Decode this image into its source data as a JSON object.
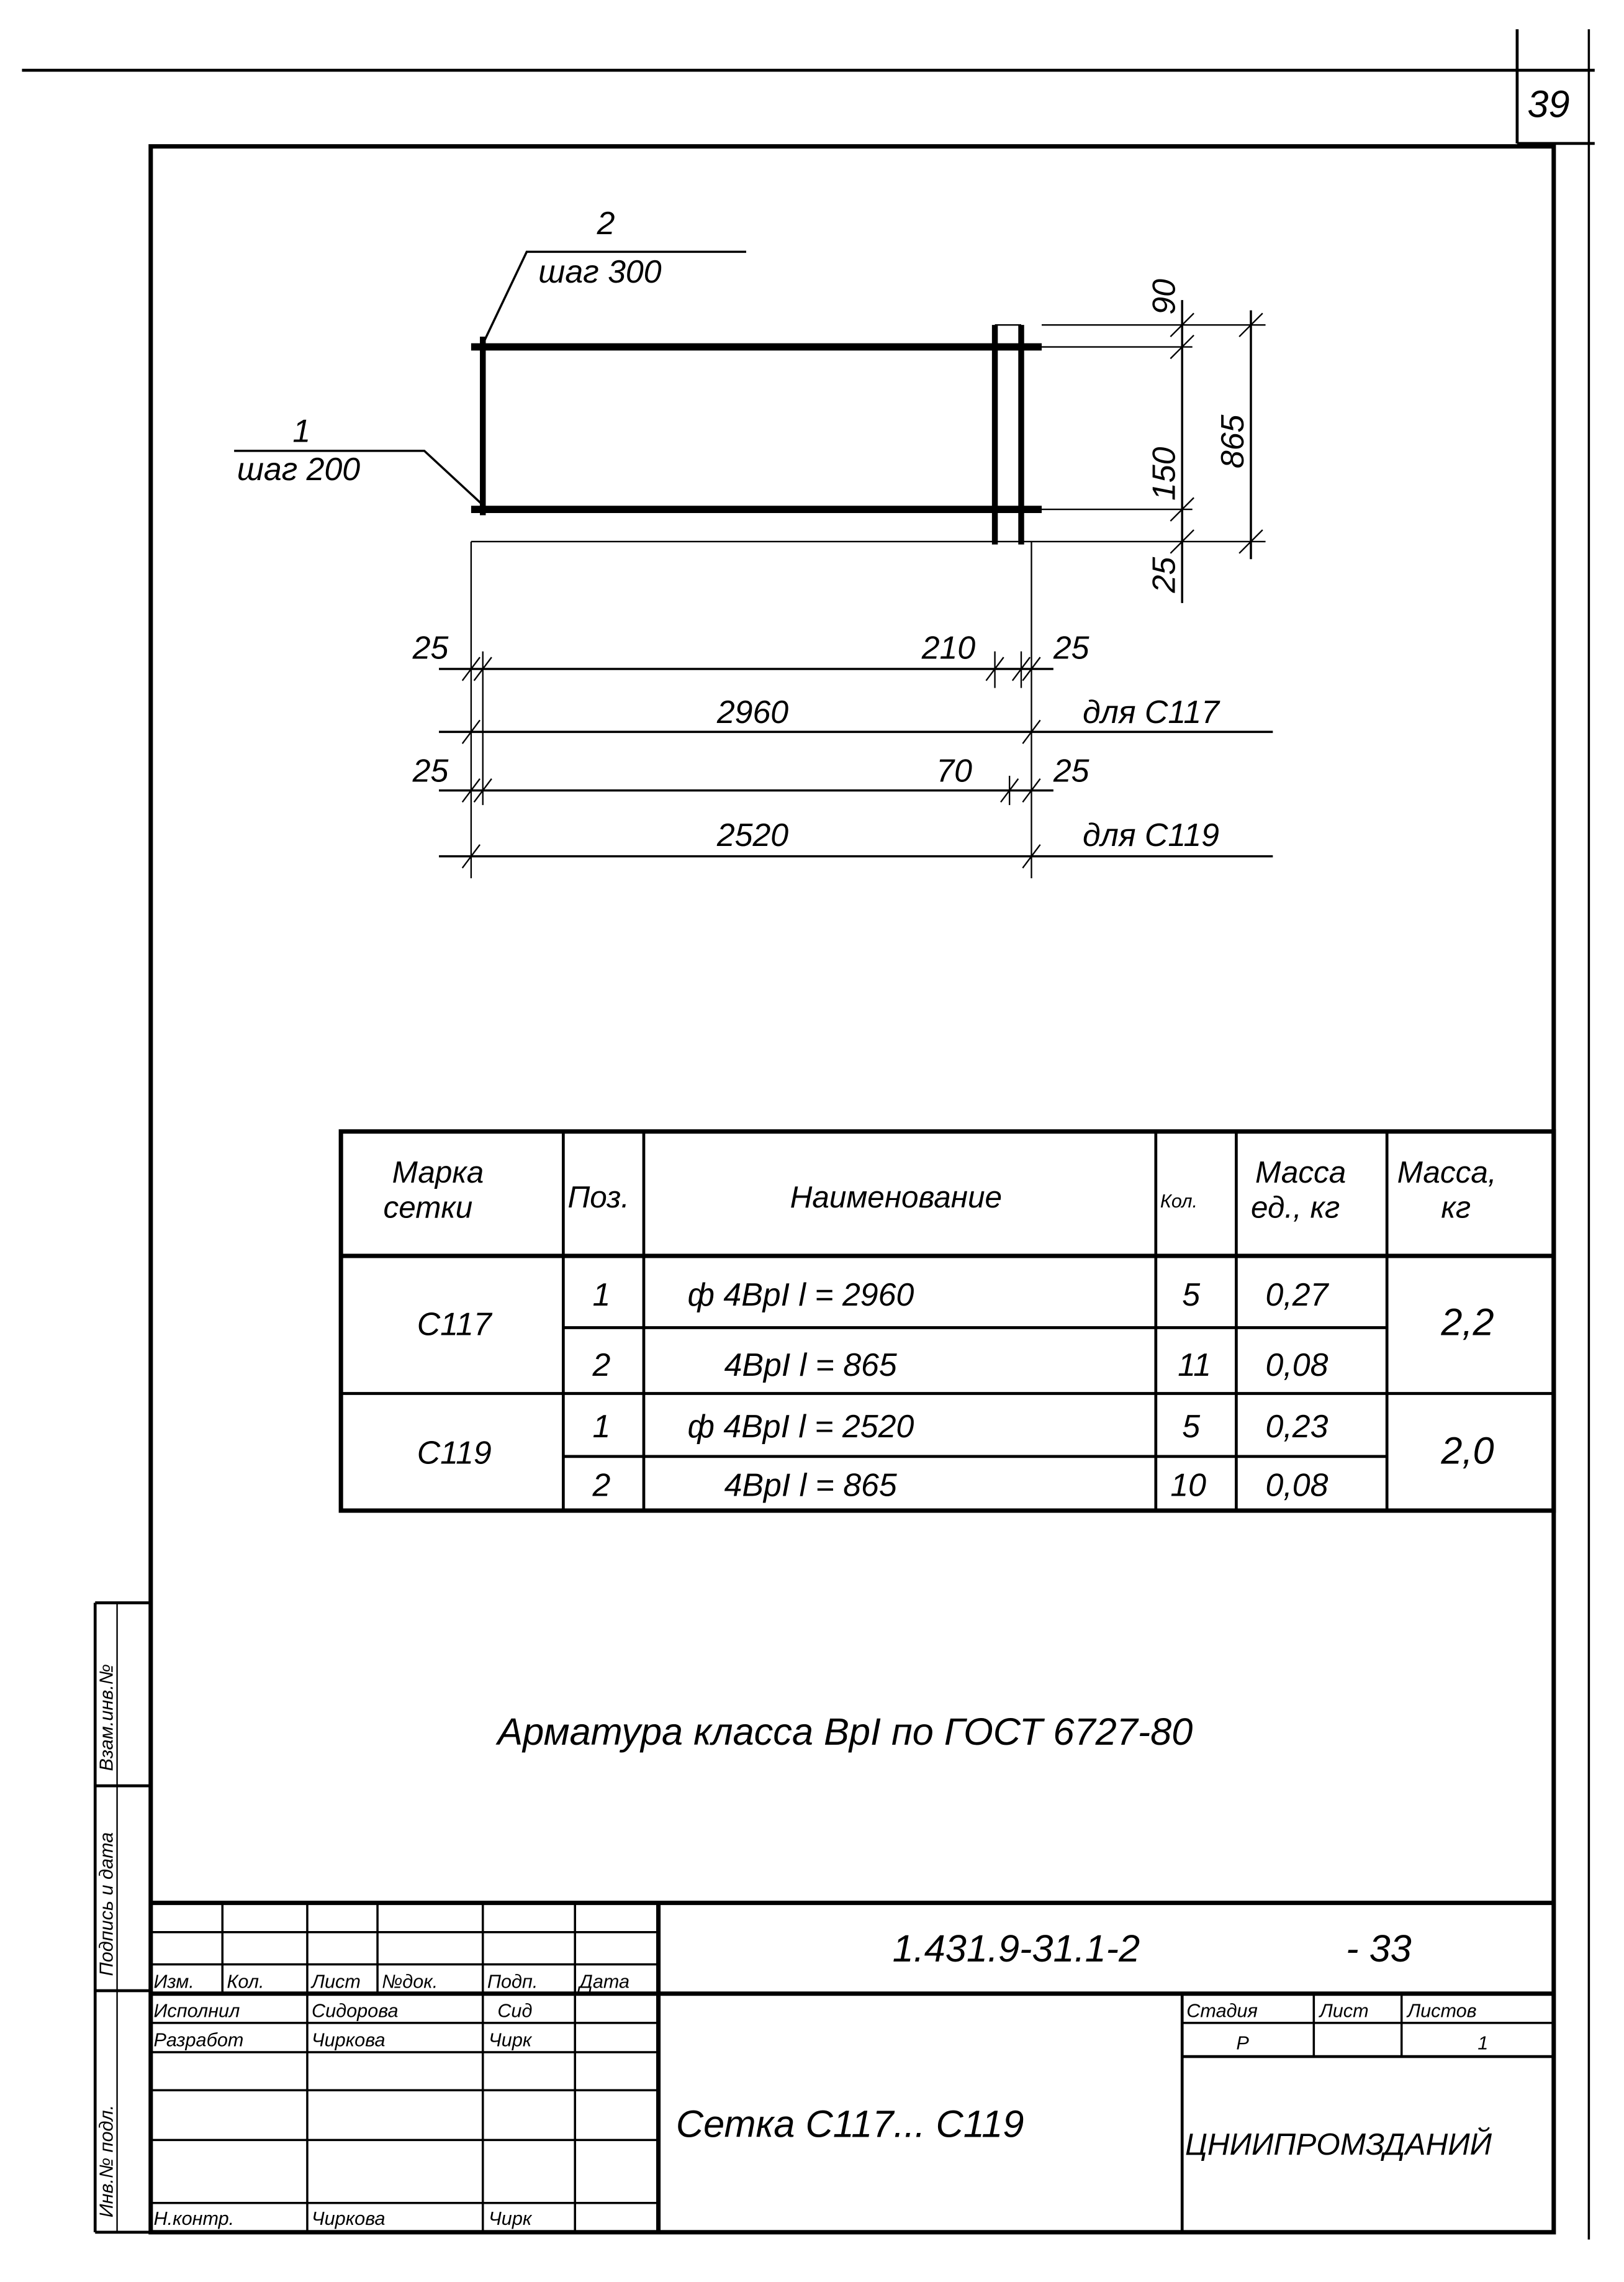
{
  "sheet_number": "39",
  "drawing": {
    "pos2": {
      "number": "2",
      "pitch": "шаг 300"
    },
    "pos1": {
      "number": "1",
      "pitch": "шаг 200"
    },
    "dims_vertical": {
      "d90": "90",
      "d150": "150",
      "d25": "25",
      "d865": "865"
    },
    "row_c117": {
      "left": "25",
      "mid": "210",
      "right": "25",
      "length": "2960",
      "note": "для С117"
    },
    "row_c119": {
      "left": "25",
      "mid": "70",
      "right": "25",
      "length": "2520",
      "note": "для С119"
    }
  },
  "spec_table": {
    "headers": {
      "mark": [
        "Марка",
        "сетки"
      ],
      "pos": "Поз.",
      "name": "Наименование",
      "qty": "Кол.",
      "unit_mass": [
        "Масса",
        "ед., кг"
      ],
      "mass": [
        "Масса,",
        "кг"
      ]
    },
    "groups": [
      {
        "mark": "С117",
        "mass": "2,2",
        "rows": [
          {
            "pos": "1",
            "name": "ф 4ВрI   l = 2960",
            "qty": "5",
            "unit_mass": "0,27"
          },
          {
            "pos": "2",
            "name": "4ВрI   l = 865",
            "qty": "11",
            "unit_mass": "0,08"
          }
        ]
      },
      {
        "mark": "С119",
        "mass": "2,0",
        "rows": [
          {
            "pos": "1",
            "name": "ф 4ВрI   l = 2520",
            "qty": "5",
            "unit_mass": "0,23"
          },
          {
            "pos": "2",
            "name": "4ВрI   l = 865",
            "qty": "10",
            "unit_mass": "0,08"
          }
        ]
      }
    ]
  },
  "note": "Арматура класса ВрI по ГОСТ 6727-80",
  "side_strip": {
    "replace_inv": "Взам.инв.№",
    "sign_date": "Подпись и дата",
    "inv_orig": "Инв.№ подл."
  },
  "title_block": {
    "designation": "1.431.9-31.1-2",
    "sheet_code": "- 33",
    "headers": [
      "Изм.",
      "Кол.",
      "Лист",
      "№док.",
      "Подп.",
      "Дата"
    ],
    "people": [
      {
        "role": "Исполнил",
        "name": "Сидорова",
        "sign": "Сид"
      },
      {
        "role": "Разработ",
        "name": "Чиркова",
        "sign": "Чирк"
      },
      {
        "role": "Н.контр.",
        "name": "Чиркова",
        "sign": "Чирк"
      }
    ],
    "title": "Сетка С117... С119",
    "stage_header": "Стадия",
    "sheet_header": "Лист",
    "sheets_header": "Листов",
    "stage": "Р",
    "sheet": "",
    "sheets": "1",
    "organization": "ЦНИИПРОМЗДАНИЙ"
  }
}
